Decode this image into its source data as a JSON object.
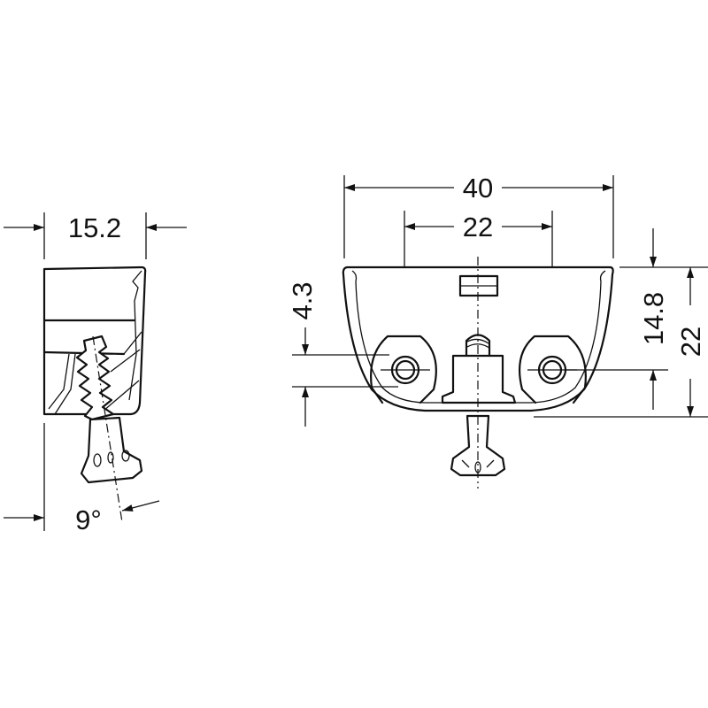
{
  "side_view": {
    "width_label": "15.2",
    "angle_label": "9°"
  },
  "front_view": {
    "overall_width_label": "40",
    "hole_spacing_label": "22",
    "hole_offset_label": "4.3",
    "hole_height_label": "14.8",
    "overall_height_label": "22"
  },
  "colors": {
    "line": "#111111",
    "background": "#ffffff"
  }
}
